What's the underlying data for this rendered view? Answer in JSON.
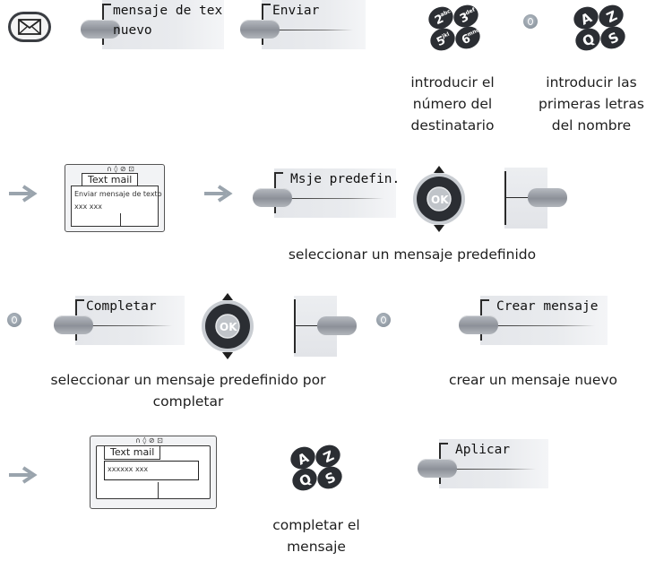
{
  "softkeys": {
    "text_msg_line1": "mensaje de tex",
    "text_msg_line2": "nuevo",
    "send": "Enviar",
    "predefined": "Msje predefin.",
    "complete": "Completar",
    "create": "Crear mensaje",
    "apply": "Aplicar"
  },
  "captions": {
    "enter_number": [
      "introducir el",
      "número del",
      "destinatario"
    ],
    "enter_letters": [
      "introducir las",
      "primeras letras",
      "del nombre"
    ],
    "select_predefined": "seleccionar un mensaje predefinido",
    "select_to_complete": [
      "seleccionar un mensaje predefinido por",
      "completar"
    ],
    "create_new": "crear un mensaje nuevo",
    "complete_message": [
      "completar el",
      "mensaje"
    ]
  },
  "screen1": {
    "tab_title": "Text mail",
    "line1": "Enviar mensaje de texto",
    "line2": "xxx xxx"
  },
  "screen2": {
    "tab_title": "Text mail",
    "input_value": "xxxxxx xxx"
  },
  "keypad_keys": [
    "2abc",
    "3def",
    "5jkl",
    "6mno"
  ],
  "letter_keys": [
    "A",
    "Z",
    "Q",
    "S"
  ],
  "ok_label": "OK",
  "colors": {
    "arrow": "#9aa4ad",
    "key_dark": "#2b2e33",
    "or_dot": "#9aa3ab"
  }
}
